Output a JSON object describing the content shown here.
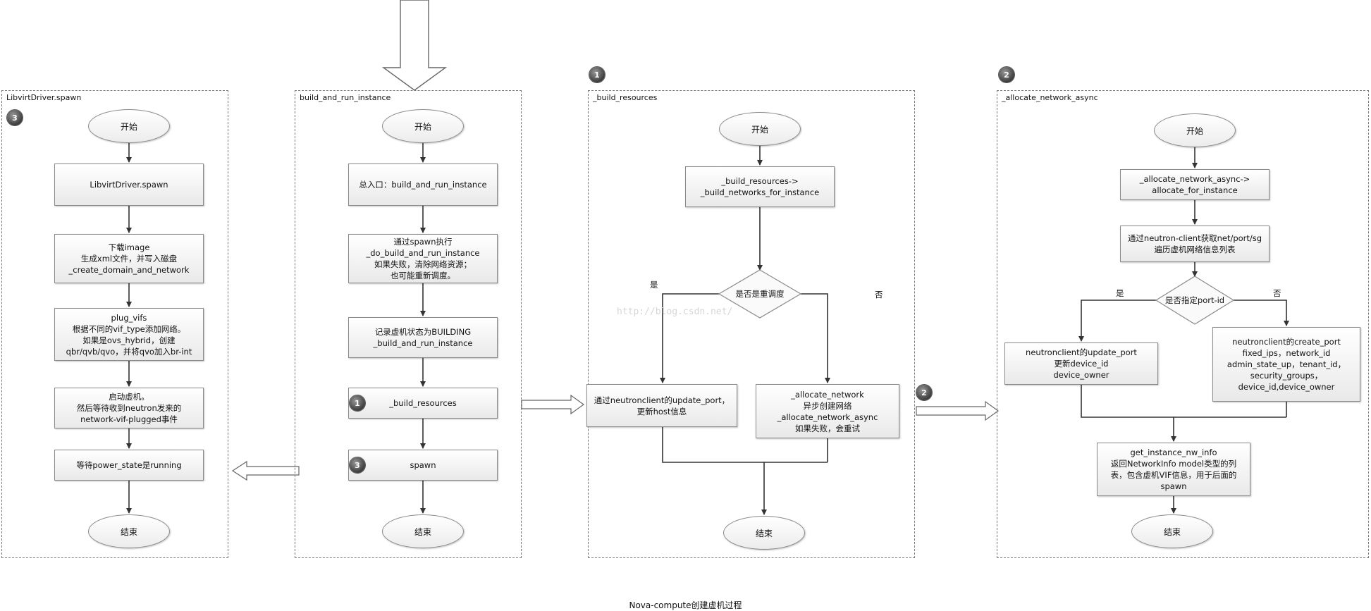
{
  "caption": "Nova-compute创建虚机过程",
  "watermark": "http://blog.csdn.net/",
  "panels": {
    "libvirt": {
      "title": "LibvirtDriver.spawn",
      "badge": "3",
      "start": "开始",
      "step1": "LibvirtDriver.spawn",
      "step2": "下载image\n生成xml文件，并写入磁盘\n_create_domain_and_network",
      "step3": "plug_vifs\n根据不同的vif_type添加网络。\n如果是ovs_hybrid，创建\nqbr/qvb/qvo，并将qvo加入br-int",
      "step4": "启动虚机。\n然后等待收到neutron发来的\nnetwork-vif-plugged事件",
      "step5": "等待power_state是running",
      "end": "结束"
    },
    "build": {
      "title": "build_and_run_instance",
      "start": "开始",
      "step1": "总入口：build_and_run_instance",
      "step2": "通过spawn执行\n_do_build_and_run_instance\n如果失败，清除网络资源；\n也可能重新调度。",
      "step3": "记录虚机状态为BUILDING\n_build_and_run_instance",
      "step4": "_build_resources",
      "step4_badge": "1",
      "step5": "spawn",
      "step5_badge": "3",
      "end": "结束"
    },
    "resources": {
      "title": "_build_resources",
      "badge": "1",
      "start": "开始",
      "step1": "_build_resources->\n_build_networks_for_instance",
      "decision": "是否是重调度",
      "yes": "是",
      "no": "否",
      "yes_box": "通过neutronclient的update_port，\n更新host信息",
      "no_box": "_allocate_network\n异步创建网络\n_allocate_network_async\n如果失败，会重试",
      "out_badge": "2",
      "end": "结束"
    },
    "network": {
      "title": "_allocate_network_async",
      "badge": "2",
      "start": "开始",
      "step1": "_allocate_network_async->\nallocate_for_instance",
      "step2": "通过neutron-client获取net/port/sg\n遍历虚机网络信息列表",
      "decision": "是否指定port-id",
      "yes": "是",
      "no": "否",
      "yes_box": "neutronclient的update_port\n更新device_id\ndevice_owner",
      "no_box": "neutronclient的create_port\nfixed_ips，network_id\nadmin_state_up，tenant_id，\nsecurity_groups，\ndevice_id,device_owner",
      "merge_box": "get_instance_nw_info\n返回NetworkInfo model类型的列\n表，包含虚机VIF信息，用于后面的\nspawn",
      "end": "结束"
    }
  },
  "colors": {
    "line": "#333333",
    "panel_border": "#777777",
    "badge": "#444444"
  }
}
